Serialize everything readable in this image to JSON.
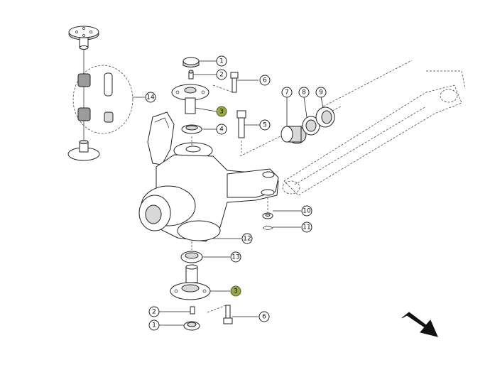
{
  "diagram": {
    "accent_color": "#9aa64a",
    "arrow_color": "#111111",
    "callouts": [
      {
        "id": "c1-top",
        "label": "1",
        "accent": false
      },
      {
        "id": "c2-top",
        "label": "2",
        "accent": false
      },
      {
        "id": "c3-top",
        "label": "3",
        "accent": true
      },
      {
        "id": "c4",
        "label": "4",
        "accent": false
      },
      {
        "id": "c5",
        "label": "5",
        "accent": false
      },
      {
        "id": "c6-top",
        "label": "6",
        "accent": false
      },
      {
        "id": "c7",
        "label": "7",
        "accent": false
      },
      {
        "id": "c8",
        "label": "8",
        "accent": false
      },
      {
        "id": "c9",
        "label": "9",
        "accent": false
      },
      {
        "id": "c10",
        "label": "10",
        "accent": false
      },
      {
        "id": "c11",
        "label": "11",
        "accent": false
      },
      {
        "id": "c12",
        "label": "12",
        "accent": false
      },
      {
        "id": "c13",
        "label": "13",
        "accent": false
      },
      {
        "id": "c14",
        "label": "14",
        "accent": false
      },
      {
        "id": "c3-bottom",
        "label": "3",
        "accent": true
      },
      {
        "id": "c2-bottom",
        "label": "2",
        "accent": false
      },
      {
        "id": "c1-bottom",
        "label": "1",
        "accent": false
      },
      {
        "id": "c6-bottom",
        "label": "6",
        "accent": false
      }
    ]
  }
}
